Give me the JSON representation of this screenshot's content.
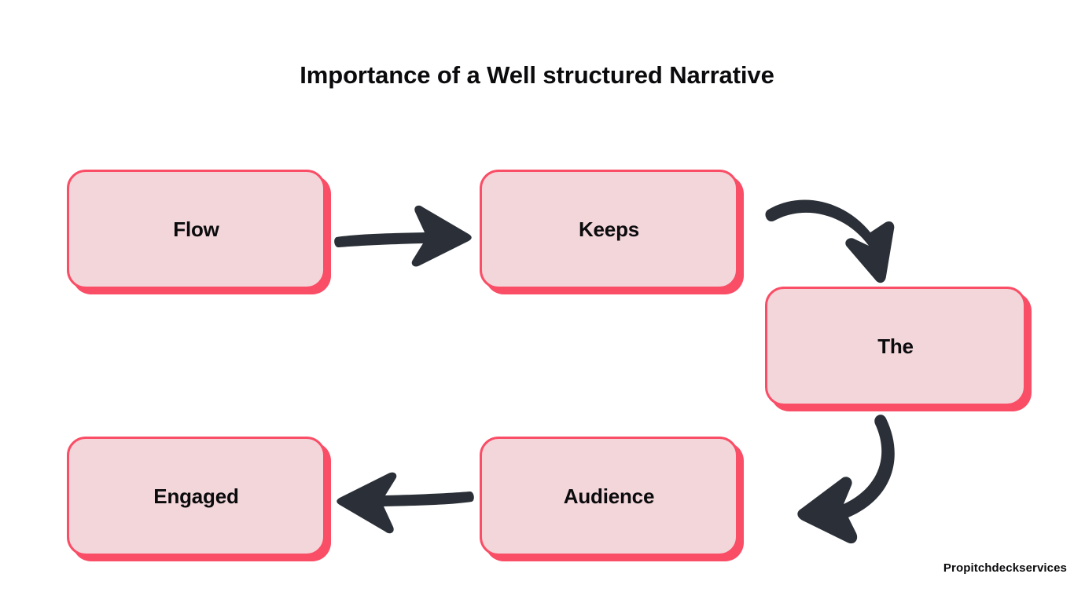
{
  "slide": {
    "title": "Importance of a Well structured Narrative",
    "background_color": "#FFFFFF",
    "watermark": "Propitchdeckservices"
  },
  "theme": {
    "node_fill": "#F3D6DA",
    "node_border": "#FA4D66",
    "node_shadow": "#FA4D66",
    "arrow_color": "#2B3038",
    "text_color": "#0B0B0D"
  },
  "nodes": [
    {
      "id": "flow",
      "label": "Flow"
    },
    {
      "id": "keeps",
      "label": "Keeps"
    },
    {
      "id": "the",
      "label": "The"
    },
    {
      "id": "audience",
      "label": "Audience"
    },
    {
      "id": "engaged",
      "label": "Engaged"
    }
  ],
  "arrows": [
    {
      "id": "flow-to-keeps",
      "from": "Flow",
      "to": "Keeps",
      "direction": "right",
      "style": "straight"
    },
    {
      "id": "keeps-to-the",
      "from": "Keeps",
      "to": "The",
      "direction": "down-right",
      "style": "curved"
    },
    {
      "id": "the-to-audience",
      "from": "The",
      "to": "Audience",
      "direction": "down-left",
      "style": "curved"
    },
    {
      "id": "audience-to-engaged",
      "from": "Audience",
      "to": "Engaged",
      "direction": "left",
      "style": "straight"
    }
  ]
}
